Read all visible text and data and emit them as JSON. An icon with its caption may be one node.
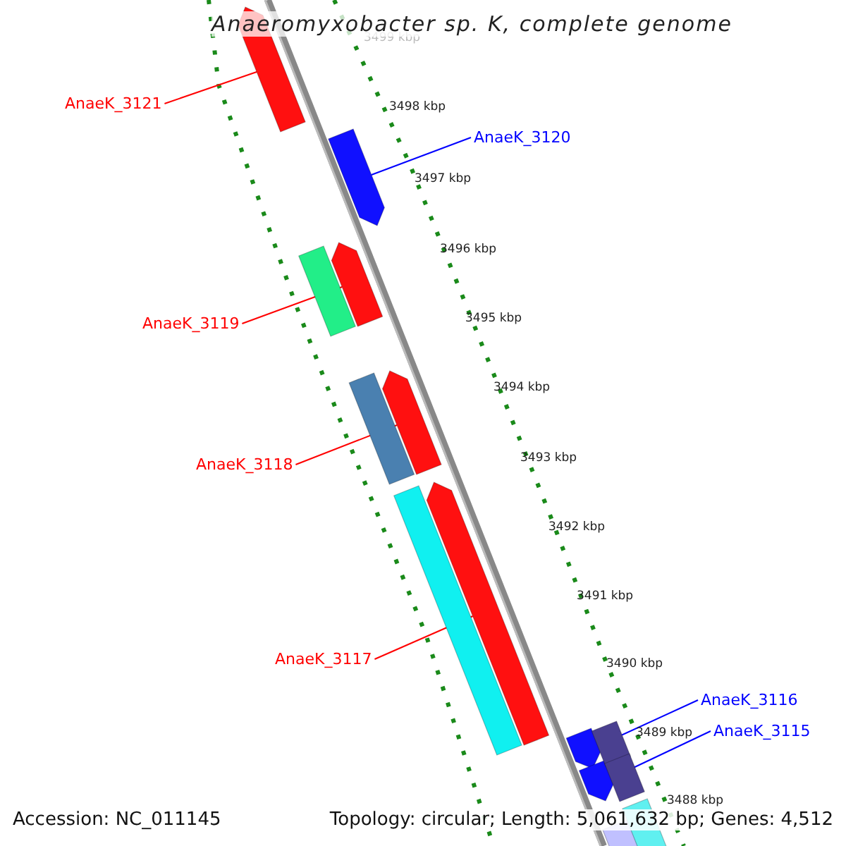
{
  "diagram": {
    "title": "Anaeromyxobacter sp. K, complete genome",
    "nodes": [
      {
        "text": [
          "AnaeK_3121"
        ]
      },
      {
        "text": [],
        "shape": "bar"
      },
      {
        "text": [
          "AnaeK_3120"
        ]
      },
      {
        "text": [],
        "shape": "bar"
      },
      {
        "text": [
          "AnaeK_3119"
        ]
      },
      {
        "text": [],
        "shape": "bar"
      },
      {
        "text": [
          "AnaeK_3118"
        ]
      },
      {
        "text": [],
        "shape": "bar"
      },
      {
        "text": [
          "AnaeK_3117"
        ]
      },
      {
        "text": [],
        "shape": "bar"
      },
      {
        "text": [
          "AnaeK_3116"
        ]
      },
      {
        "text": [],
        "shape": "bar"
      },
      {
        "text": [
          "AnaeK_3115"
        ]
      },
      {
        "text": [],
        "shape": "bar"
      },
      {
        "text": [],
        "shape": "box"
      },
      {
        "text": [],
        "shape": "box"
      },
      {
        "text": [],
        "shape": "box"
      },
      {
        "text": [],
        "shape": "box"
      },
      {
        "text": [],
        "shape": "box"
      },
      {
        "text": [],
        "shape": "box"
      },
      {
        "text": [],
        "shape": "box"
      }
    ],
    "edges": [
      {
        "from": 0,
        "to": 1,
        "arrow": "none"
      },
      {
        "from": 2,
        "to": 3,
        "arrow": "none",
        "color": "#0000ff"
      },
      {
        "from": 4,
        "to": 5,
        "arrow": "none"
      },
      {
        "from": 6,
        "to": 7,
        "arrow": "none"
      },
      {
        "from": 8,
        "to": 9,
        "arrow": "none"
      },
      {
        "from": 10,
        "to": 11,
        "arrow": "none",
        "color": "#0000ff"
      },
      {
        "from": 12,
        "to": 13,
        "arrow": "none",
        "color": "#0000ff"
      }
    ],
    "labels": [
      "3499 kbp",
      "3498 kbp",
      "3497 kbp",
      "3496 kbp",
      "3495 kbp",
      "3494 kbp",
      "3493 kbp",
      "3492 kbp",
      "3491 kbp",
      "3490 kbp",
      "3489 kbp",
      "3488 kbp",
      "Accession: NC_011145",
      "Topology: circular; Length: 5,061,632 bp; Genes: 4,512"
    ]
  }
}
